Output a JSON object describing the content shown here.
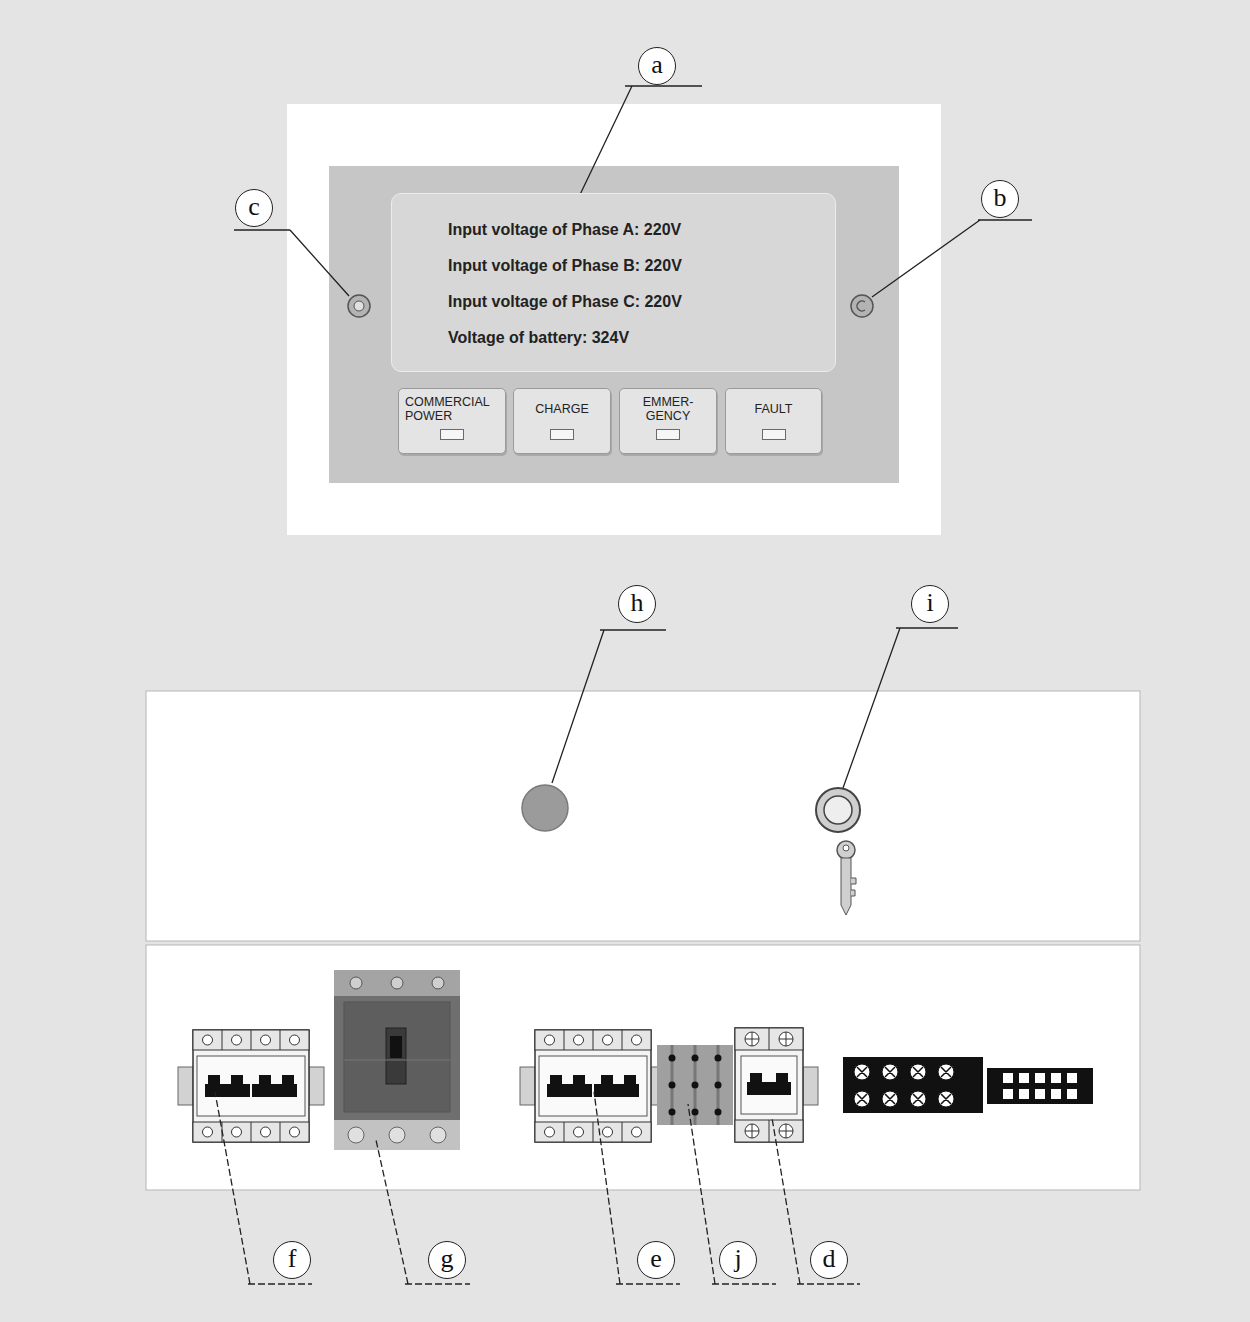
{
  "diagram": {
    "nodes": [
      {
        "text": [
          "Input voltage of Phase A: 220V",
          "Input voltage of Phase B: 220V",
          "Input voltage of Phase C: 220V",
          "Voltage of battery: 324V"
        ]
      },
      {
        "text": [
          "COMMERCIAL POWER"
        ]
      },
      {
        "text": [
          "CHARGE"
        ]
      },
      {
        "text": [
          "EMMER- GENCY"
        ]
      },
      {
        "text": [
          "FAULT"
        ]
      }
    ],
    "labels": [
      "a",
      "c",
      "b",
      "h",
      "i",
      "f",
      "g",
      "e",
      "j",
      "d"
    ]
  }
}
